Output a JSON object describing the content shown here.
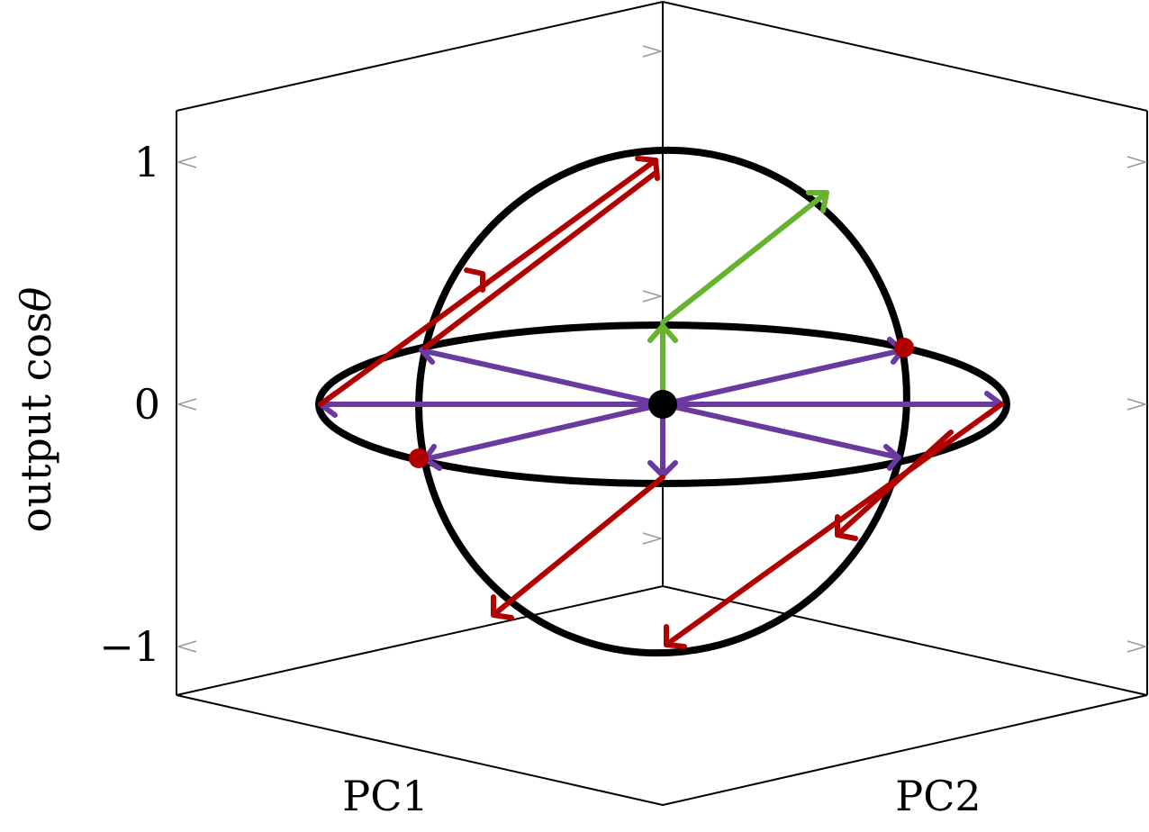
{
  "chart_data": {
    "type": "3d-line",
    "xlabel": "PC1",
    "ylabel": "PC2",
    "zlabel_text": "output cos",
    "zlabel_symbol": "θ",
    "zticks": [
      {
        "value": 1,
        "label": "1"
      },
      {
        "value": 0,
        "label": "0"
      },
      {
        "value": -1,
        "label": "−1"
      }
    ],
    "zlim": [
      -1.2,
      1.2
    ],
    "grid": false,
    "colors": {
      "curve": "#000000",
      "red": "#b00000",
      "purple": "#6a3aa0",
      "green": "#66b32e",
      "axis": "#000000",
      "tick": "#999999"
    },
    "curves": [
      {
        "name": "horizontal unit circle (cos θ = 0)",
        "points": "circle in PC1–PC2 plane at height 0"
      },
      {
        "name": "tilted great circle",
        "points": "circle through (1,0,0), (-1,0,0) and height ±1"
      }
    ],
    "points": [
      {
        "label": "origin",
        "xyz": [
          0,
          0,
          0
        ],
        "color": "black"
      },
      {
        "label": "red dot A",
        "xyz": [
          0.6,
          -0.7,
          0
        ],
        "color": "red"
      },
      {
        "label": "red dot B",
        "xyz": [
          -0.6,
          0.7,
          0
        ],
        "color": "red"
      }
    ]
  }
}
